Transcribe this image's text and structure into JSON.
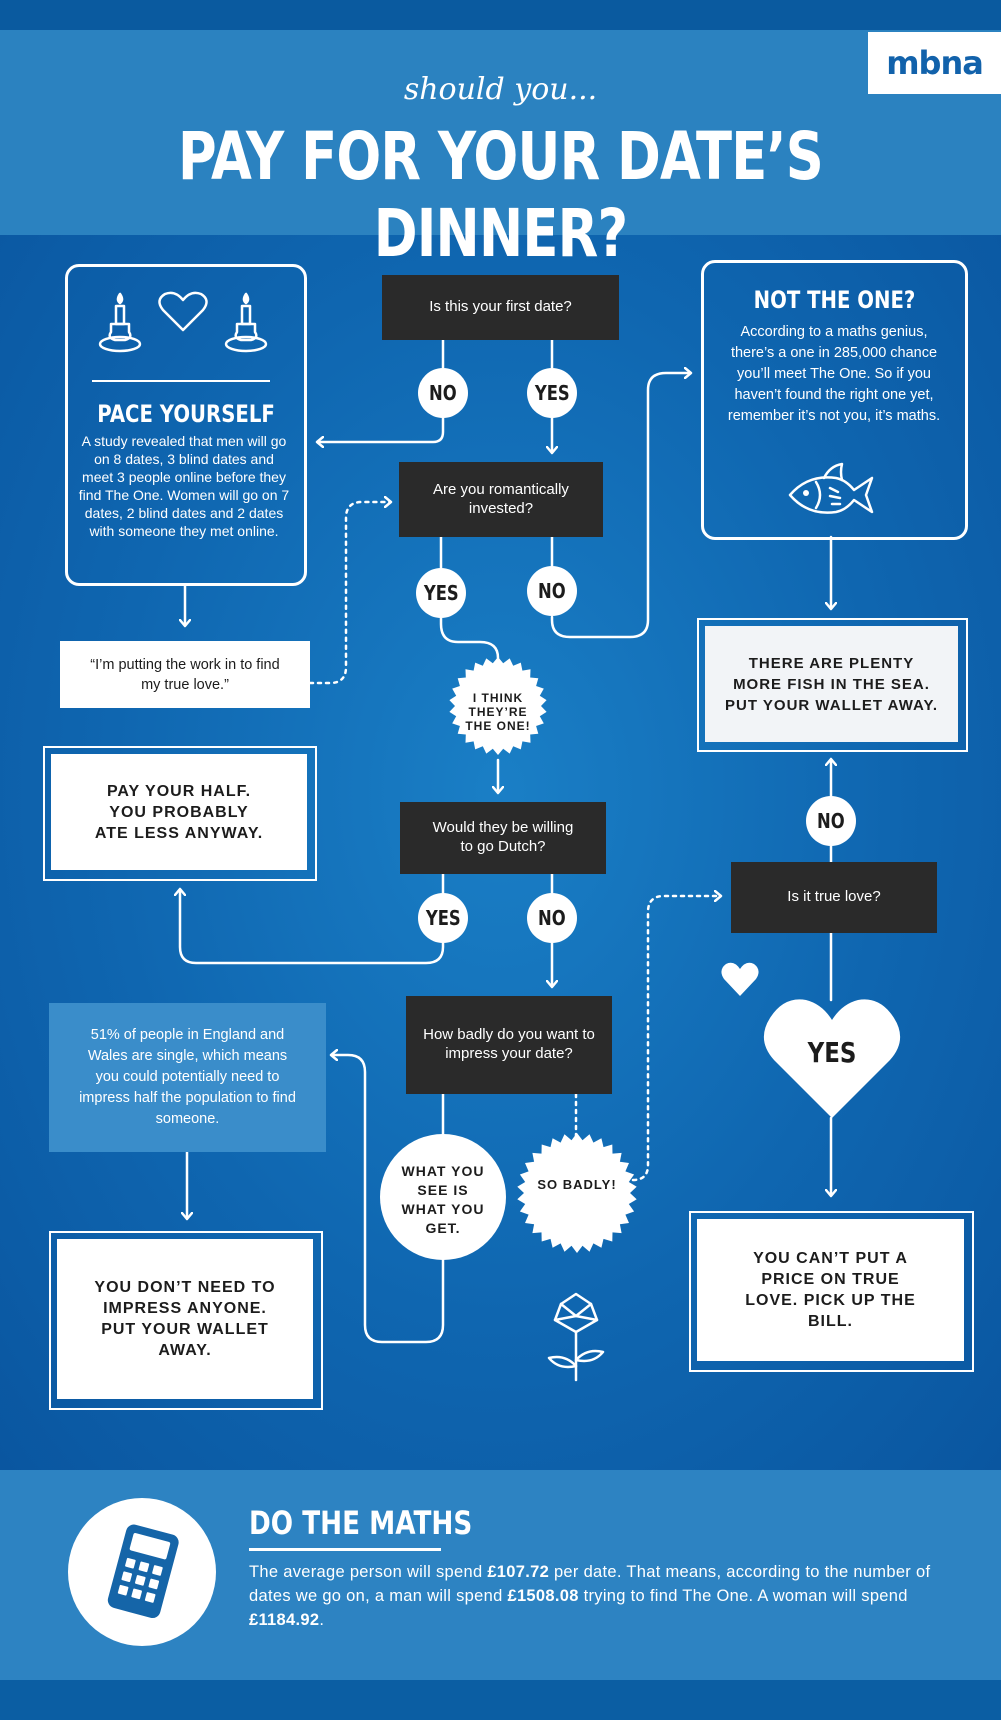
{
  "brand": "mbna",
  "header": {
    "subtitle": "should you...",
    "title": "PAY FOR YOUR DATE’S DINNER?"
  },
  "pace": {
    "heading": "PACE YOURSELF",
    "text": "A study revealed that men will go on 8 dates, 3 blind dates and meet 3 people online before they find The One. Women will go on 7 dates, 2 blind dates and 2 dates with someone they met online."
  },
  "not_one": {
    "heading": "NOT THE ONE?",
    "text": "According to a maths genius, there’s a one in 285,000 chance you’ll meet The One. So if you haven’t found the right one yet, remember it’s not you, it’s maths."
  },
  "questions": {
    "q1": "Is this your first date?",
    "q2": "Are you romantically invested?",
    "q3": "Would they be willing to go Dutch?",
    "q4": "How badly do you want to impress your date?",
    "q5": "Is it true love?"
  },
  "answers": {
    "yes": "YES",
    "no": "NO"
  },
  "quote": "“I’m putting the work in to find my true love.”",
  "badges": {
    "the_one": "I THINK THEY’RE THE ONE!",
    "so_badly": "SO BADLY!",
    "what_you_see": "WHAT YOU SEE IS WHAT YOU GET."
  },
  "outcomes": {
    "pay_half": "PAY YOUR HALF. YOU PROBABLY ATE LESS ANYWAY.",
    "plenty_fish": "THERE ARE PLENTY MORE FISH IN THE SEA. PUT YOUR WALLET AWAY.",
    "no_need": "YOU DON’T NEED TO IMPRESS ANYONE. PUT YOUR WALLET AWAY.",
    "true_love": "YOU CAN’T PUT A PRICE ON TRUE LOVE. PICK UP THE BILL."
  },
  "stat": "51% of people in England and Wales are single, which means you could potentially need to impress half the population to find someone.",
  "maths": {
    "heading": "DO THE MATHS",
    "line_a": "The average person will spend ",
    "amount_per_date": "£107.72",
    "line_b": " per date. That means, according to the number of dates we go on, a man will spend ",
    "amount_man": "£1508.08",
    "line_c": " trying to find The One. A woman will spend ",
    "amount_woman": "£1184.92",
    "line_d": "."
  },
  "icons": [
    "candle-icon",
    "heart-icon",
    "fish-icon",
    "rose-icon",
    "calculator-icon"
  ],
  "colors": {
    "background": "#0e63ab",
    "header": "#2b82c0",
    "dark_box": "#2a2a2a",
    "brand": "#1262ab"
  }
}
